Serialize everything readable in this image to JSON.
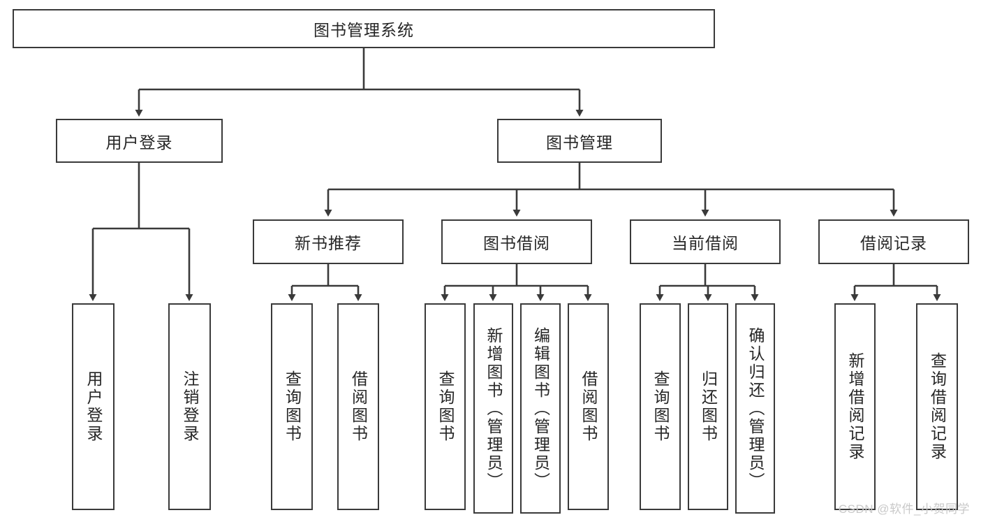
{
  "diagram": {
    "title": "图书管理系统",
    "type": "hierarchy-tree",
    "watermark": "CSDN @软件_小贺同学",
    "colors": {
      "stroke": "#3a3a3a",
      "fill": "#ffffff",
      "text": "#262626",
      "watermark": "#c9c9c9"
    },
    "nodes": {
      "root": {
        "label": "图书管理系统",
        "orientation": "horizontal"
      },
      "level1": [
        {
          "id": "user-login",
          "label": "用户登录",
          "orientation": "horizontal"
        },
        {
          "id": "book-manage",
          "label": "图书管理",
          "orientation": "horizontal"
        }
      ],
      "level2": [
        {
          "id": "new-book-rec",
          "label": "新书推荐",
          "orientation": "horizontal"
        },
        {
          "id": "book-borrow",
          "label": "图书借阅",
          "orientation": "horizontal"
        },
        {
          "id": "current-borrow",
          "label": "当前借阅",
          "orientation": "horizontal"
        },
        {
          "id": "borrow-record",
          "label": "借阅记录",
          "orientation": "horizontal"
        }
      ],
      "leaves": [
        {
          "id": "leaf-user-login",
          "label": "用户登录",
          "parent": "user-login",
          "orientation": "vertical"
        },
        {
          "id": "leaf-logout",
          "label": "注销登录",
          "parent": "user-login",
          "orientation": "vertical"
        },
        {
          "id": "leaf-query-book-1",
          "label": "查询图书",
          "parent": "new-book-rec",
          "orientation": "vertical"
        },
        {
          "id": "leaf-borrow-book-1",
          "label": "借阅图书",
          "parent": "new-book-rec",
          "orientation": "vertical"
        },
        {
          "id": "leaf-query-book-2",
          "label": "查询图书",
          "parent": "book-borrow",
          "orientation": "vertical"
        },
        {
          "id": "leaf-add-book",
          "label": "新增图书（管理员）",
          "parent": "book-borrow",
          "orientation": "vertical"
        },
        {
          "id": "leaf-edit-book",
          "label": "编辑图书（管理员）",
          "parent": "book-borrow",
          "orientation": "vertical"
        },
        {
          "id": "leaf-borrow-book-2",
          "label": "借阅图书",
          "parent": "book-borrow",
          "orientation": "vertical"
        },
        {
          "id": "leaf-query-book-3",
          "label": "查询图书",
          "parent": "current-borrow",
          "orientation": "vertical"
        },
        {
          "id": "leaf-return-book",
          "label": "归还图书",
          "parent": "current-borrow",
          "orientation": "vertical"
        },
        {
          "id": "leaf-confirm-return",
          "label": "确认归还（管理员）",
          "parent": "current-borrow",
          "orientation": "vertical"
        },
        {
          "id": "leaf-add-record",
          "label": "新增借阅记录",
          "parent": "borrow-record",
          "orientation": "vertical"
        },
        {
          "id": "leaf-query-record",
          "label": "查询借阅记录",
          "parent": "borrow-record",
          "orientation": "vertical"
        }
      ]
    }
  }
}
